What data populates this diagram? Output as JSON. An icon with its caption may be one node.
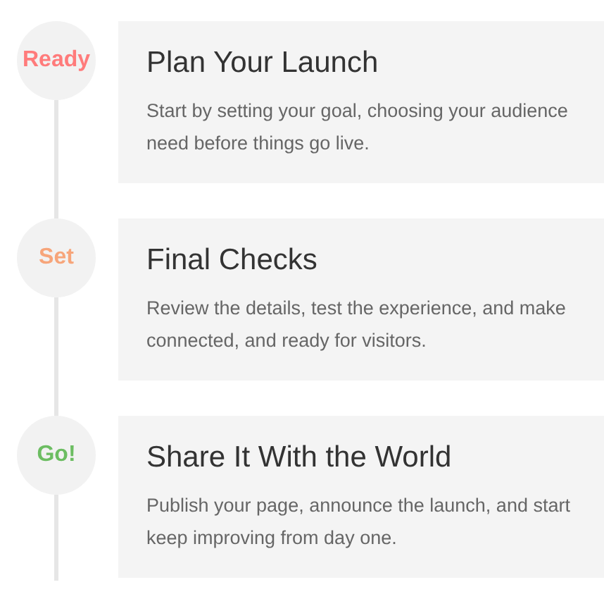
{
  "diagram": {
    "nodes": [
      {
        "text": [
          "Ready"
        ]
      },
      {
        "text": [
          "Plan Your Launch",
          "Start by setting your goal, choosing your audience need before things go live."
        ]
      },
      {
        "text": [
          "Set"
        ]
      },
      {
        "text": [
          "Final Checks",
          "Review the details, test the experience, and make connected, and ready for visitors."
        ]
      },
      {
        "text": [
          "Go!"
        ]
      },
      {
        "text": [
          "Share It With the World",
          "Publish your page, announce the launch, and start keep improving from day one."
        ]
      }
    ],
    "edges": [
      {
        "from": 0,
        "to": 2,
        "arrow": "none"
      },
      {
        "from": 2,
        "to": 4,
        "arrow": "none"
      },
      {
        "from": 4,
        "to": null,
        "arrow": "none"
      }
    ]
  }
}
